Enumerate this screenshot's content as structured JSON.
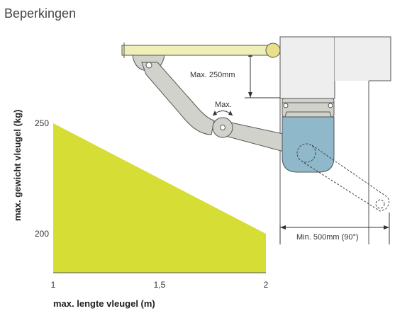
{
  "title": "Beperkingen",
  "annotations": {
    "max_distance": "Max. 250mm",
    "max_rotation": "Max.",
    "min_width": "Min. 500mm (90°)"
  },
  "colors": {
    "chart_fill": "#d6dd34",
    "arm_fill": "#d2d2cc",
    "motor_blue": "#8fb8cb",
    "rail_fill": "#efefb8"
  },
  "chart_data": {
    "type": "area",
    "title": "",
    "xlabel": "max. lengte vleugel (m)",
    "ylabel": "max. gewicht vleugel (kg)",
    "x": [
      1,
      2
    ],
    "y": [
      250,
      200
    ],
    "xticks": [
      "1",
      "1,5",
      "2"
    ],
    "yticks": [
      "250",
      "200"
    ],
    "xlim": [
      1,
      2
    ],
    "ylim": [
      200,
      250
    ],
    "grid": false
  }
}
